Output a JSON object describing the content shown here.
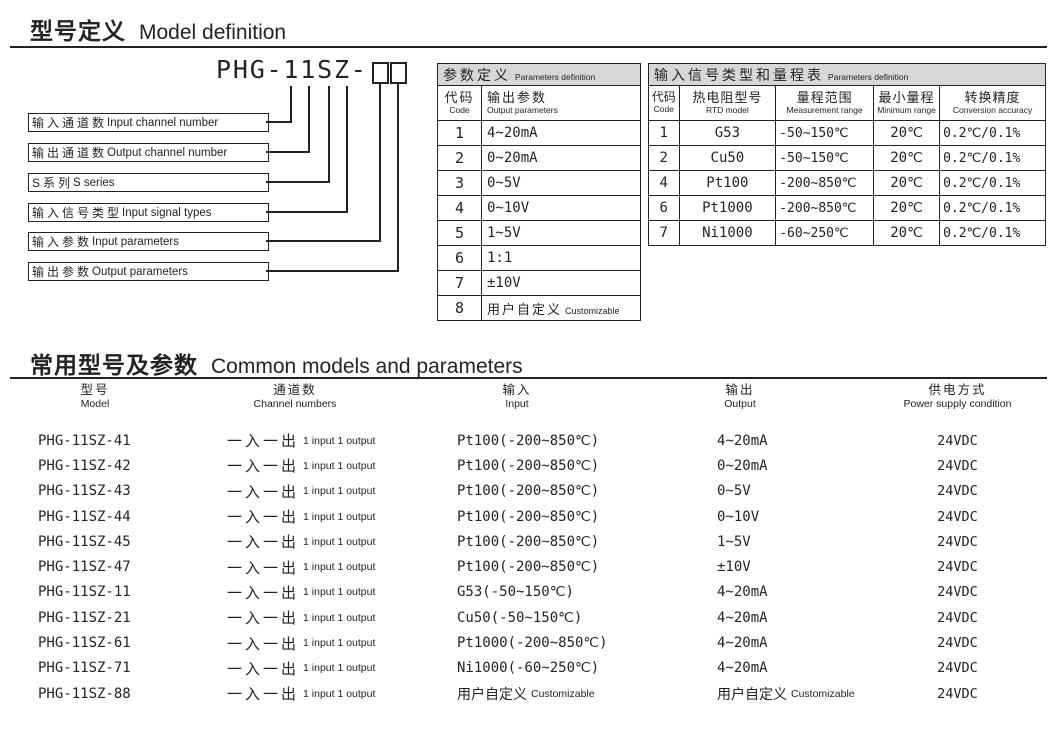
{
  "section1": {
    "title_zh": "型号定义",
    "title_en": "Model definition",
    "model_prefix": "PHG-11SZ-",
    "labels": [
      {
        "zh": "输入通道数",
        "en": "Input channel number"
      },
      {
        "zh": "输出通道数",
        "en": "Output channel number"
      },
      {
        "zh": "S系列",
        "en": "S series"
      },
      {
        "zh": "输入信号类型",
        "en": "Input signal types"
      },
      {
        "zh": "输入参数",
        "en": "Input parameters"
      },
      {
        "zh": "输出参数",
        "en": "Output parameters"
      }
    ]
  },
  "params_table": {
    "title_zh": "参数定义",
    "title_en": "Parameters definition",
    "col1_zh": "代码",
    "col1_en": "Code",
    "col2_zh": "输出参数",
    "col2_en": "Output parameters",
    "rows": [
      {
        "code": "1",
        "value": "4~20mA",
        "value_en": ""
      },
      {
        "code": "2",
        "value": "0~20mA",
        "value_en": ""
      },
      {
        "code": "3",
        "value": "0~5V",
        "value_en": ""
      },
      {
        "code": "4",
        "value": "0~10V",
        "value_en": ""
      },
      {
        "code": "5",
        "value": "1~5V",
        "value_en": ""
      },
      {
        "code": "6",
        "value": "1:1",
        "value_en": ""
      },
      {
        "code": "7",
        "value": "±10V",
        "value_en": ""
      },
      {
        "code": "8",
        "value": "用户自定义",
        "value_en": "Customizable"
      }
    ]
  },
  "signal_table": {
    "title_zh": "输入信号类型和量程表",
    "title_en": "Parameters definition",
    "headers": [
      {
        "zh": "代码",
        "en": "Code"
      },
      {
        "zh": "热电阻型号",
        "en": "RTD model"
      },
      {
        "zh": "量程范围",
        "en": "Measurement range"
      },
      {
        "zh": "最小量程",
        "en": "Minimum range"
      },
      {
        "zh": "转换精度",
        "en": "Conversion accuracy"
      }
    ],
    "rows": [
      {
        "code": "1",
        "model": "G53",
        "range": "-50~150℃",
        "min": "20℃",
        "accuracy": "0.2℃/0.1%"
      },
      {
        "code": "2",
        "model": "Cu50",
        "range": "-50~150℃",
        "min": "20℃",
        "accuracy": "0.2℃/0.1%"
      },
      {
        "code": "4",
        "model": "Pt100",
        "range": "-200~850℃",
        "min": "20℃",
        "accuracy": "0.2℃/0.1%"
      },
      {
        "code": "6",
        "model": "Pt1000",
        "range": "-200~850℃",
        "min": "20℃",
        "accuracy": "0.2℃/0.1%"
      },
      {
        "code": "7",
        "model": "Ni1000",
        "range": "-60~250℃",
        "min": "20℃",
        "accuracy": "0.2℃/0.1%"
      }
    ]
  },
  "section2": {
    "title_zh": "常用型号及参数",
    "title_en": "Common models and parameters",
    "headers": [
      {
        "zh": "型号",
        "en": "Model"
      },
      {
        "zh": "通道数",
        "en": "Channel numbers"
      },
      {
        "zh": "输入",
        "en": "Input"
      },
      {
        "zh": "输出",
        "en": "Output"
      },
      {
        "zh": "供电方式",
        "en": "Power supply condition"
      }
    ],
    "rows": [
      {
        "model": "PHG-11SZ-41",
        "channel_zh": "一入一出",
        "channel_en": "1 input 1 output",
        "input": "Pt100(-200~850℃)",
        "input_en": "",
        "output": "4~20mA",
        "output_en": "",
        "power": "24VDC"
      },
      {
        "model": "PHG-11SZ-42",
        "channel_zh": "一入一出",
        "channel_en": "1 input 1 output",
        "input": "Pt100(-200~850℃)",
        "input_en": "",
        "output": "0~20mA",
        "output_en": "",
        "power": "24VDC"
      },
      {
        "model": "PHG-11SZ-43",
        "channel_zh": "一入一出",
        "channel_en": "1 input 1 output",
        "input": "Pt100(-200~850℃)",
        "input_en": "",
        "output": "0~5V",
        "output_en": "",
        "power": "24VDC"
      },
      {
        "model": "PHG-11SZ-44",
        "channel_zh": "一入一出",
        "channel_en": "1 input 1 output",
        "input": "Pt100(-200~850℃)",
        "input_en": "",
        "output": "0~10V",
        "output_en": "",
        "power": "24VDC"
      },
      {
        "model": "PHG-11SZ-45",
        "channel_zh": "一入一出",
        "channel_en": "1 input 1 output",
        "input": "Pt100(-200~850℃)",
        "input_en": "",
        "output": "1~5V",
        "output_en": "",
        "power": "24VDC"
      },
      {
        "model": "PHG-11SZ-47",
        "channel_zh": "一入一出",
        "channel_en": "1 input 1 output",
        "input": "Pt100(-200~850℃)",
        "input_en": "",
        "output": "±10V",
        "output_en": "",
        "power": "24VDC"
      },
      {
        "model": "PHG-11SZ-11",
        "channel_zh": "一入一出",
        "channel_en": "1 input 1 output",
        "input": "G53(-50~150℃)",
        "input_en": "",
        "output": "4~20mA",
        "output_en": "",
        "power": "24VDC"
      },
      {
        "model": "PHG-11SZ-21",
        "channel_zh": "一入一出",
        "channel_en": "1 input 1 output",
        "input": "Cu50(-50~150℃)",
        "input_en": "",
        "output": "4~20mA",
        "output_en": "",
        "power": "24VDC"
      },
      {
        "model": "PHG-11SZ-61",
        "channel_zh": "一入一出",
        "channel_en": "1 input 1 output",
        "input": "Pt1000(-200~850℃)",
        "input_en": "",
        "output": "4~20mA",
        "output_en": "",
        "power": "24VDC"
      },
      {
        "model": "PHG-11SZ-71",
        "channel_zh": "一入一出",
        "channel_en": "1 input 1 output",
        "input": "Ni1000(-60~250℃)",
        "input_en": "",
        "output": "4~20mA",
        "output_en": "",
        "power": "24VDC"
      },
      {
        "model": "PHG-11SZ-88",
        "channel_zh": "一入一出",
        "channel_en": "1 input 1 output",
        "input": "用户自定义",
        "input_en": "Customizable",
        "output": "用户自定义",
        "output_en": "Customizable",
        "power": "24VDC"
      }
    ]
  },
  "colors": {
    "accent_bar": "#d7d7d7",
    "ink": "#262223"
  }
}
